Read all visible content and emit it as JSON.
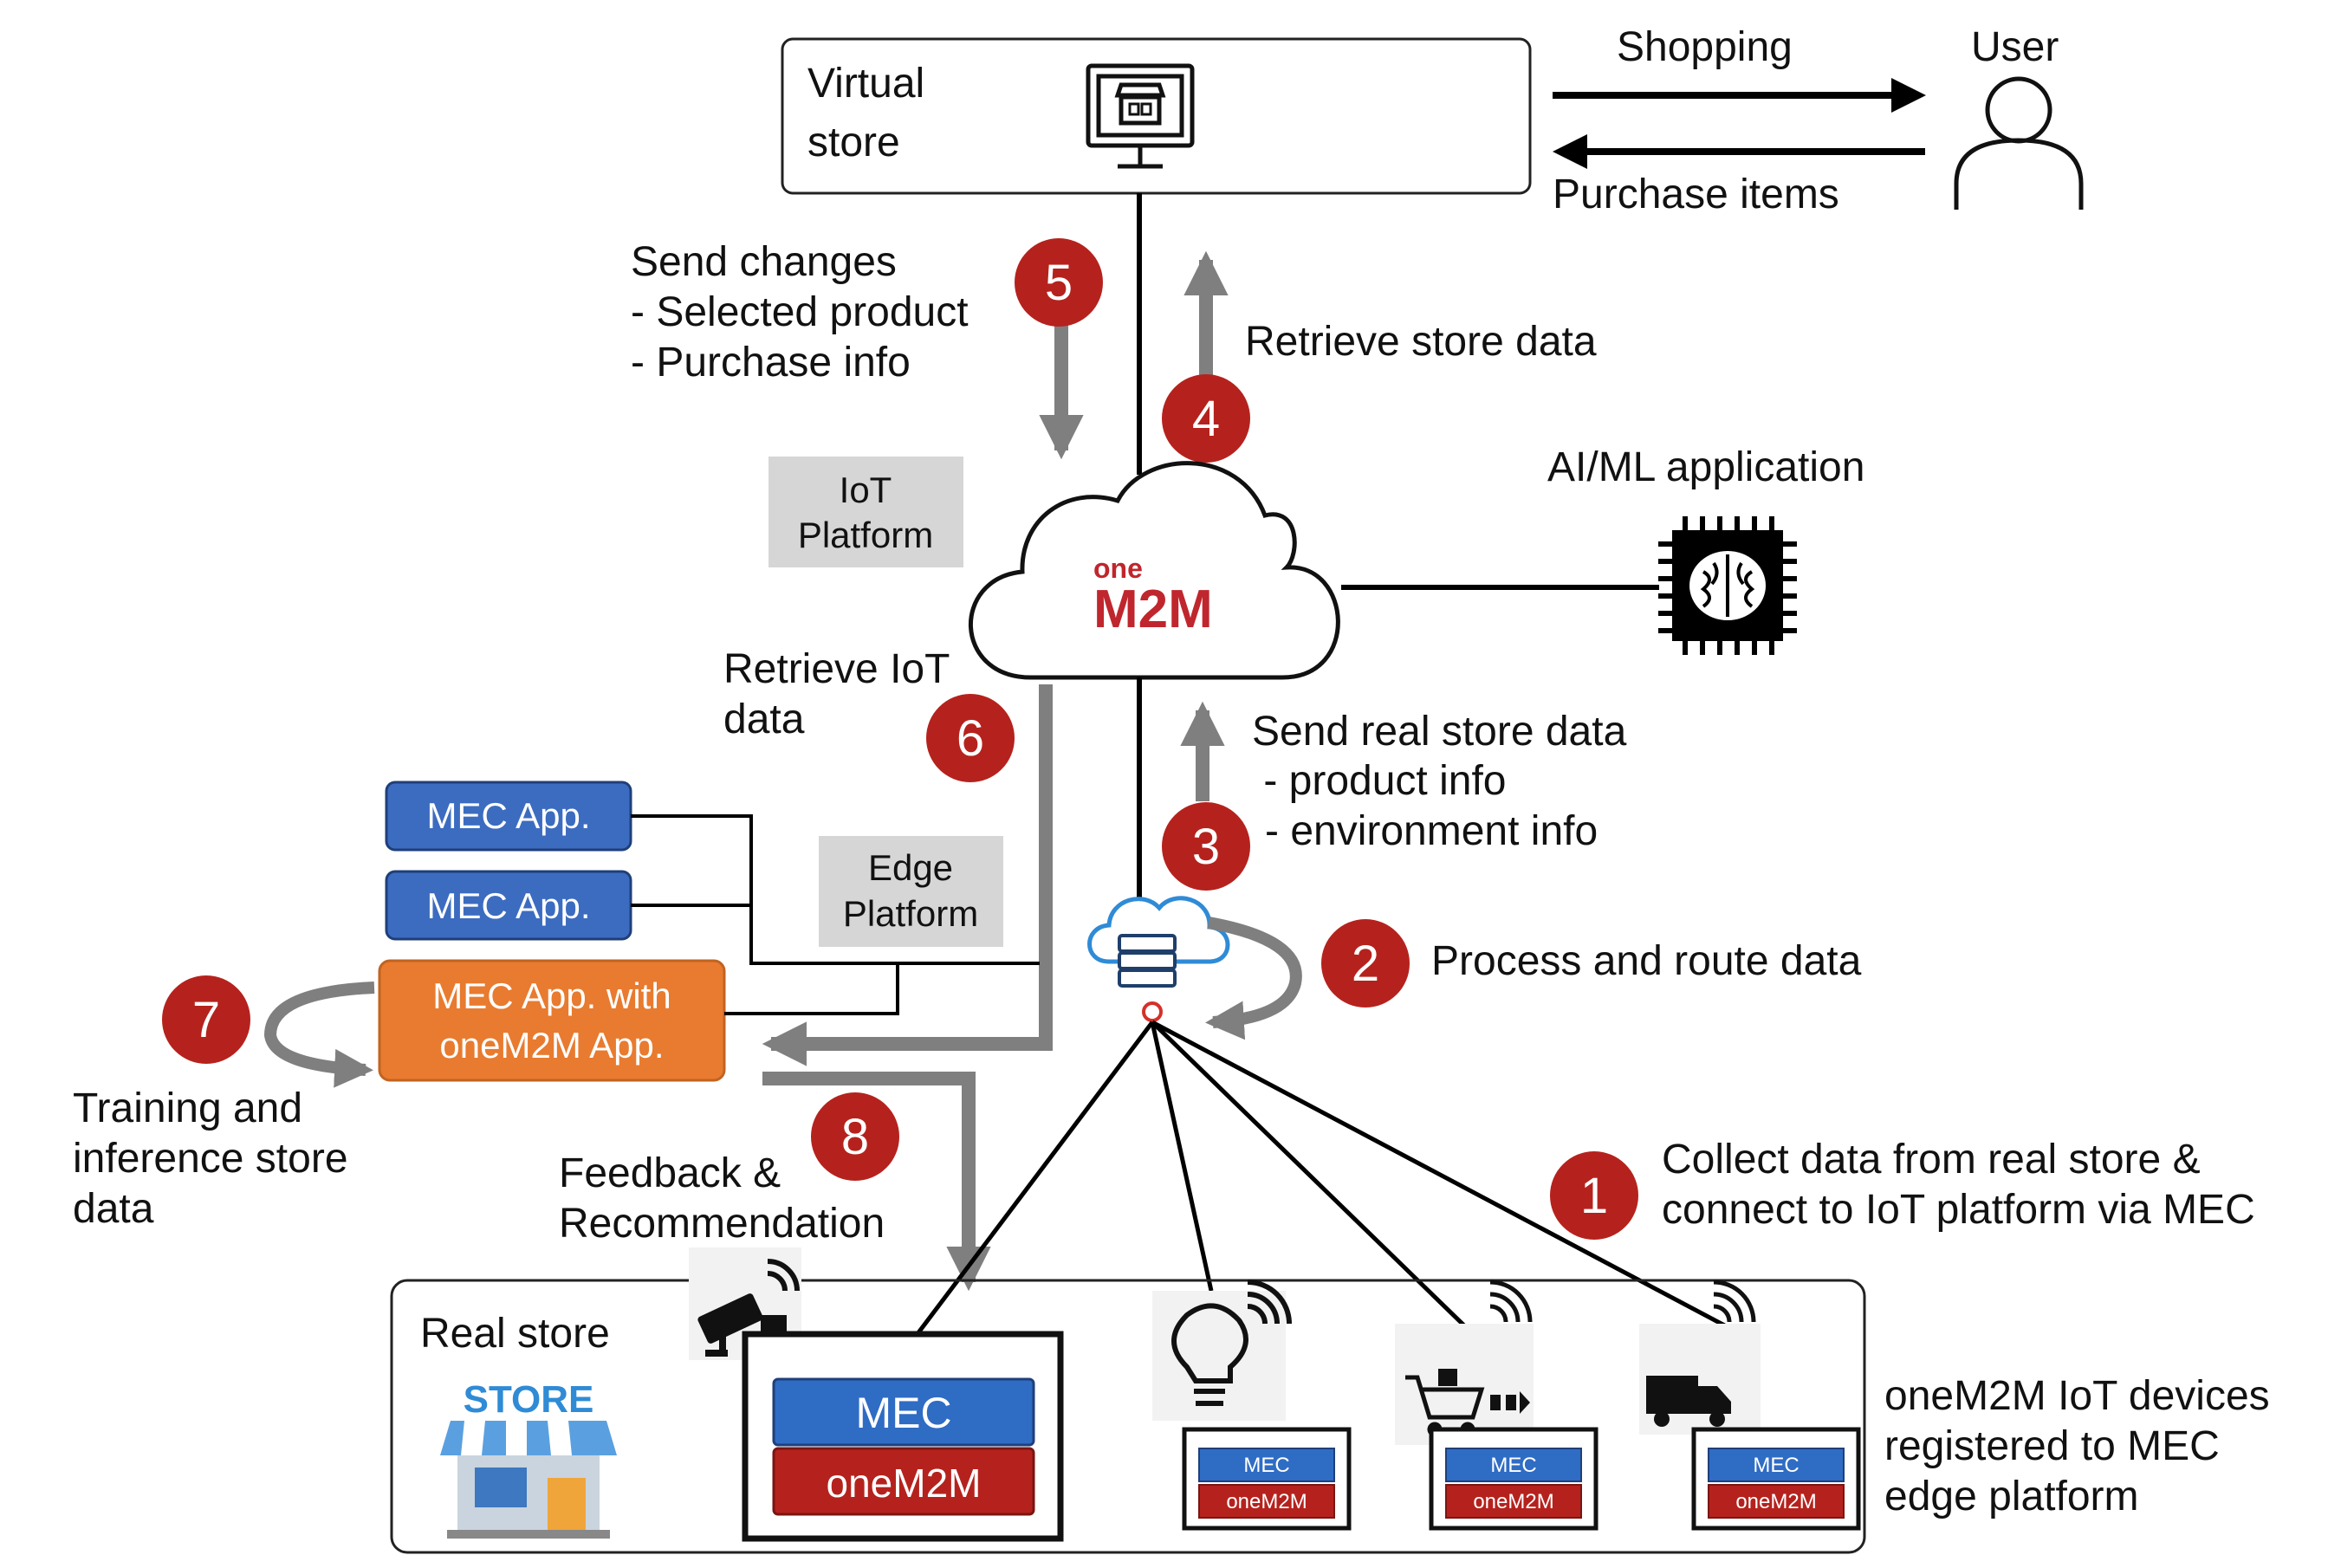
{
  "top": {
    "virtual_store": [
      "Virtual",
      "store"
    ],
    "shopping": "Shopping",
    "purchase_items": "Purchase items",
    "user": "User"
  },
  "steps": {
    "s1": {
      "num": "1",
      "lines": [
        "Collect data from real store &",
        "connect to IoT platform via MEC"
      ]
    },
    "s2": {
      "num": "2",
      "lines": [
        "Process and route data"
      ]
    },
    "s3": {
      "num": "3",
      "lines": [
        "Send real store data",
        " - product info",
        "- environment info"
      ]
    },
    "s4": {
      "num": "4",
      "lines": [
        "Retrieve store data"
      ]
    },
    "s5": {
      "num": "5",
      "lines": [
        "Send changes",
        "- Selected product",
        "- Purchase info"
      ]
    },
    "s6": {
      "num": "6",
      "lines": [
        "Retrieve IoT",
        "data"
      ]
    },
    "s7": {
      "num": "7",
      "lines": [
        "Training and",
        "inference store",
        "data"
      ]
    },
    "s8": {
      "num": "8",
      "lines": [
        "Feedback &",
        "Recommendation"
      ]
    }
  },
  "platforms": {
    "iot": [
      "IoT",
      "Platform"
    ],
    "edge": [
      "Edge",
      "Platform"
    ],
    "ai_ml": "AI/ML application",
    "cloud_logo": [
      "one",
      "M2M"
    ]
  },
  "apps": {
    "mec_app_1": "MEC App.",
    "mec_app_2": "MEC App.",
    "mec_onem2m_app": [
      "MEC App. with",
      "oneM2M App."
    ]
  },
  "real_store": {
    "title": "Real store",
    "store_sign": "STORE",
    "mec": "MEC",
    "onem2m": "oneM2M",
    "devices": [
      {
        "mec": "MEC",
        "onem2m": "oneM2M"
      },
      {
        "mec": "MEC",
        "onem2m": "oneM2M"
      },
      {
        "mec": "MEC",
        "onem2m": "oneM2M"
      }
    ]
  },
  "devices_note": [
    "oneM2M IoT devices",
    "registered to MEC",
    "edge platform"
  ],
  "colors": {
    "badge_red": "#b5221d",
    "mec_blue": "#2f6cc4",
    "onem2m_red": "#b5221d",
    "app_blue": "#3c6cc0",
    "app_orange": "#e87b2f",
    "gray_box": "#d6d6d6",
    "arrow_gray": "#7f7f7f"
  }
}
